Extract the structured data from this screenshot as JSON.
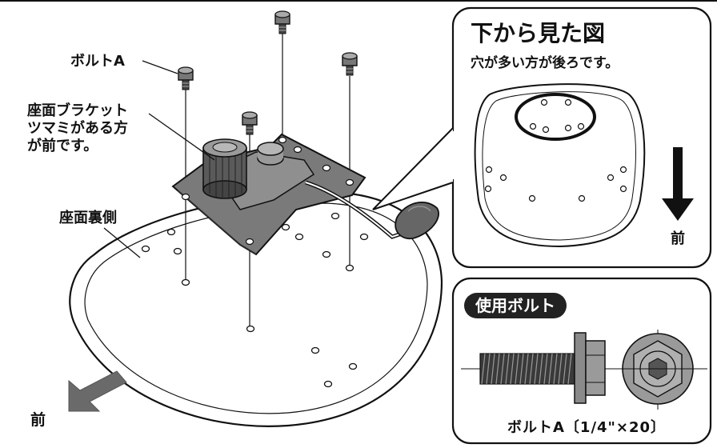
{
  "labels": {
    "bolt_a": "ボルトA",
    "bracket_line1": "座面ブラケット",
    "bracket_line2": "ツマミがある方",
    "bracket_line3": "が前です。",
    "seat_underside": "座面裏側",
    "front": "前"
  },
  "bottom_view_panel": {
    "title": "下から見た図",
    "subtitle": "穴が多い方が後ろです。",
    "front": "前"
  },
  "bolt_panel": {
    "badge": "使用ボルト",
    "caption": "ボルトA〔1/4\"×20〕"
  },
  "colors": {
    "line": "#111111",
    "bracket": "#6e6e6e",
    "knob": "#555555",
    "badge_bg": "#222222",
    "arrow": "#666666"
  }
}
